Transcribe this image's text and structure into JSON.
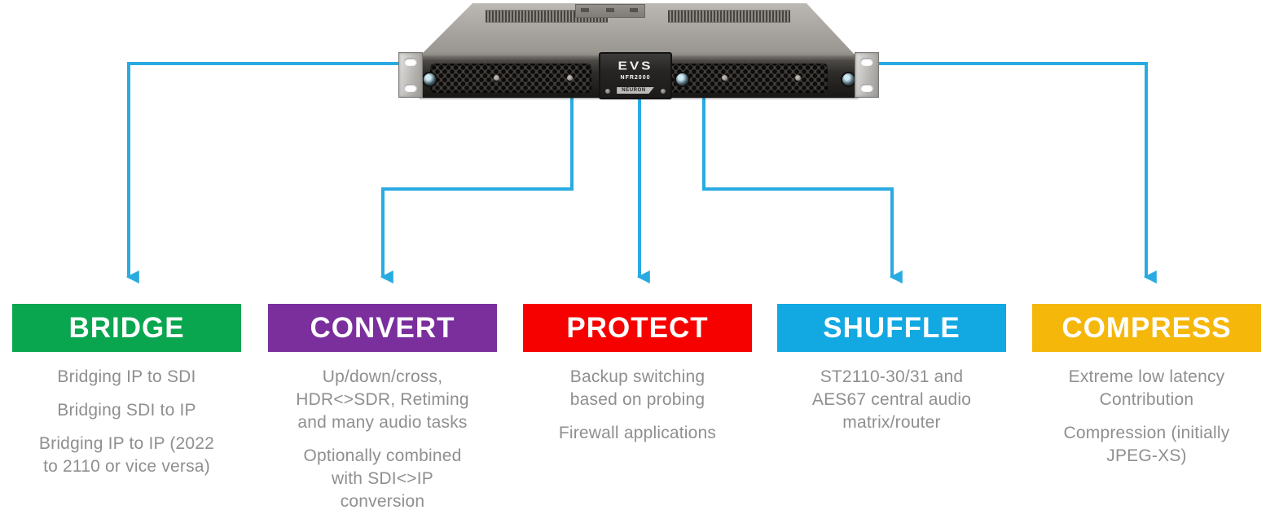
{
  "colors": {
    "connector": "#29abe2",
    "description_text": "#8f8f8f"
  },
  "device": {
    "brand": "EVS",
    "model": "NFR2000",
    "badge": "NEURON"
  },
  "columns": [
    {
      "id": "bridge",
      "label": "BRIDGE",
      "color": "#0aa64f",
      "items": [
        "Bridging IP to SDI",
        "Bridging SDI to IP",
        "Bridging IP to IP (2022\nto 2110 or vice versa)"
      ]
    },
    {
      "id": "convert",
      "label": "CONVERT",
      "color": "#7a2f9d",
      "items": [
        "Up/down/cross,\nHDR<>SDR, Retiming\nand many audio tasks",
        "Optionally combined\nwith SDI<>IP\nconversion"
      ]
    },
    {
      "id": "protect",
      "label": "PROTECT",
      "color": "#f60000",
      "items": [
        "Backup switching\nbased on probing",
        "Firewall applications"
      ]
    },
    {
      "id": "shuffle",
      "label": "SHUFFLE",
      "color": "#12a8e2",
      "items": [
        "ST2110-30/31 and\nAES67 central audio\nmatrix/router"
      ]
    },
    {
      "id": "compress",
      "label": "COMPRESS",
      "color": "#f6b70b",
      "items": [
        "Extreme low latency\nContribution",
        "Compression (initially\nJPEG-XS)"
      ]
    }
  ]
}
